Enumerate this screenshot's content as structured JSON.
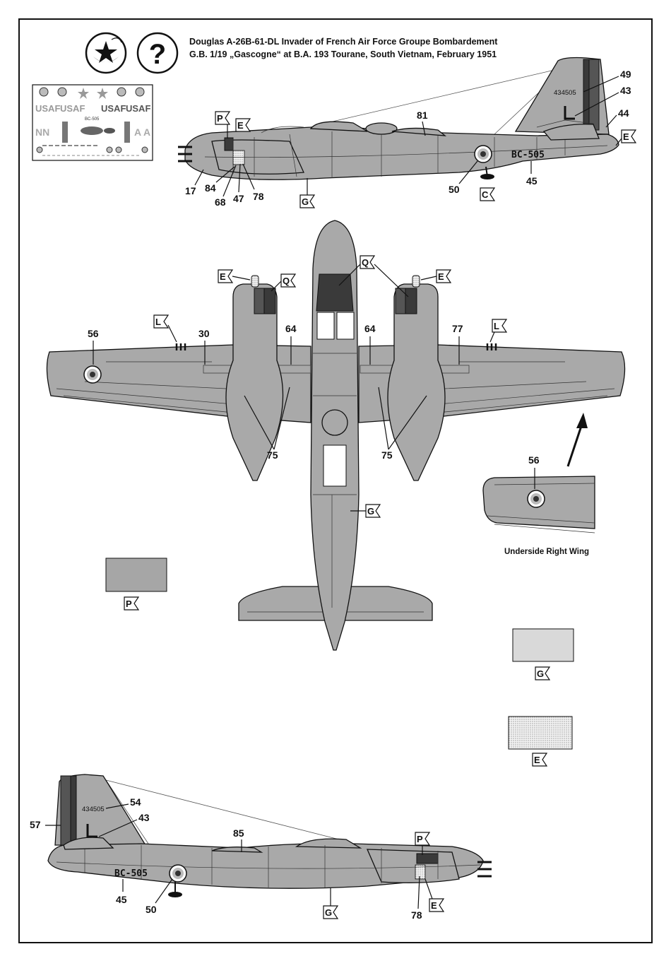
{
  "title": {
    "line1": "Douglas A-26B-61-DL Invader of French Air Force Groupe Bombardement",
    "line2": "G.B. 1/19 „Gascogne“ at B.A. 193 Tourane, South Vietnam, February 1951"
  },
  "icons": {
    "logo": "star-roundel-logo-icon",
    "question": "question-mark-icon"
  },
  "serial": {
    "tail": "434505",
    "fuselage": "BC-505",
    "tail_letter": "L"
  },
  "top_profile": {
    "callouts": [
      "49",
      "43",
      "44",
      "81",
      "17",
      "84",
      "68",
      "47",
      "78",
      "50",
      "45"
    ],
    "flags": [
      "P",
      "E",
      "E",
      "C",
      "G"
    ]
  },
  "plan_view": {
    "callouts": [
      "56",
      "30",
      "64",
      "64",
      "77",
      "75",
      "75"
    ],
    "flags": [
      "E",
      "Q",
      "Q",
      "E",
      "L",
      "L",
      "G"
    ]
  },
  "inset": {
    "callout": "56",
    "caption": "Underside Right Wing"
  },
  "swatches": [
    {
      "code": "P",
      "color": "#a6a6a6"
    },
    {
      "code": "G",
      "color": "#d9d9d9"
    },
    {
      "code": "E",
      "color": "#e6e6e6"
    }
  ],
  "bottom_profile": {
    "callouts": [
      "54",
      "43",
      "57",
      "85",
      "45",
      "50",
      "78"
    ],
    "flags": [
      "P",
      "E",
      "G"
    ]
  },
  "decal_sheet": {
    "texts": [
      "USAF",
      "USAF",
      "USAF",
      "USAF",
      "BC-505",
      "NN",
      "A A"
    ]
  },
  "colors": {
    "aircraft": "#a9a9a9",
    "dark_panel": "#555555",
    "outline": "#111111"
  }
}
